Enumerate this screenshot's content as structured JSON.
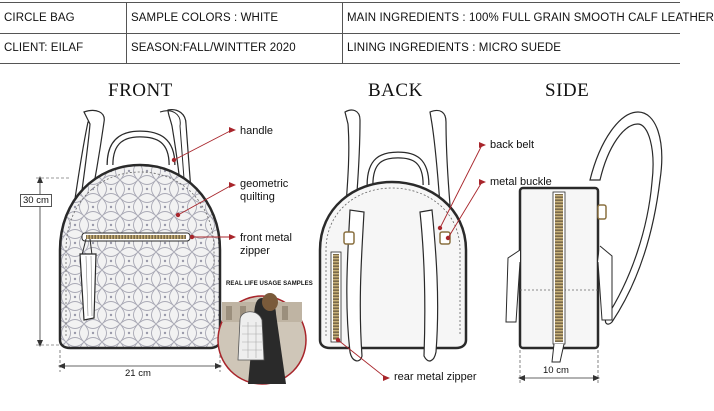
{
  "spec": {
    "row1": {
      "product": "CIRCLE BAG",
      "colors": "SAMPLE COLORS : WHITE",
      "main": "MAIN INGREDIENTS : 100% FULL GRAIN SMOOTH CALF LEATHER"
    },
    "row2": {
      "client": "CLIENT: EILAF",
      "season": "SEASON:FALL/WINTTER 2020",
      "lining": "LINING INGREDIENTS : MICRO SUEDE"
    }
  },
  "views": {
    "front": "FRONT",
    "back": "BACK",
    "side": "SIDE"
  },
  "labels": {
    "handle": "handle",
    "geometric": "geometric",
    "quilting": "quilting",
    "front_zip_1": "front metal",
    "front_zip_2": "zipper",
    "back_belt": "back belt",
    "metal_buckle": "metal buckle",
    "rear_zipper": "rear metal zipper",
    "photo_caption": "REAL LIFE USAGE SAMPLES"
  },
  "dimensions": {
    "height": "30 cm",
    "width": "21 cm",
    "depth": "10 cm"
  },
  "colors": {
    "annotation_red": "#a8252b",
    "line": "#2a2a2a"
  }
}
